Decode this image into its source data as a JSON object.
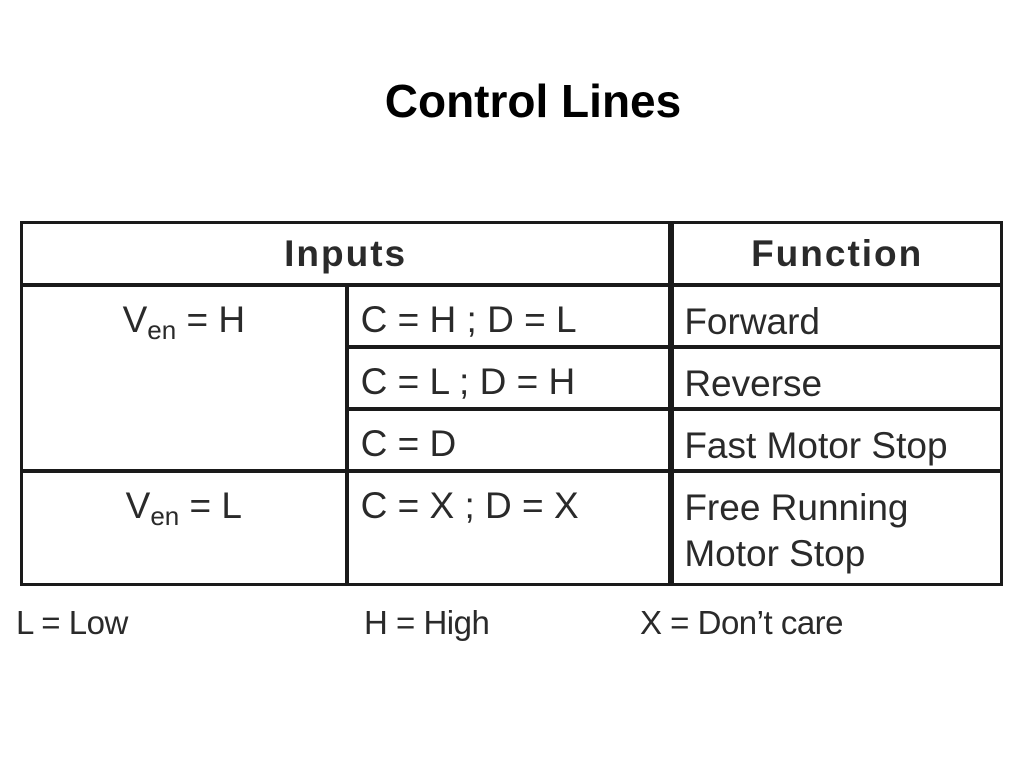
{
  "title": "Control Lines",
  "table": {
    "header": {
      "inputs": "Inputs",
      "function": "Function"
    },
    "rows": [
      {
        "ven_main": "V",
        "ven_sub": "en",
        "ven_value": " = H",
        "cd": "C = H ; D = L",
        "function": "Forward"
      },
      {
        "cd": "C = L ; D = H",
        "function": "Reverse"
      },
      {
        "cd": "C = D",
        "function": "Fast Motor Stop"
      },
      {
        "ven_main": "V",
        "ven_sub": "en",
        "ven_value": " = L",
        "cd": "C = X ; D = X",
        "function_line1": "Free Running",
        "function_line2": "Motor Stop"
      }
    ]
  },
  "legend": {
    "low": "L = Low",
    "high": "H = High",
    "dont_care": "X = Don’t care"
  }
}
